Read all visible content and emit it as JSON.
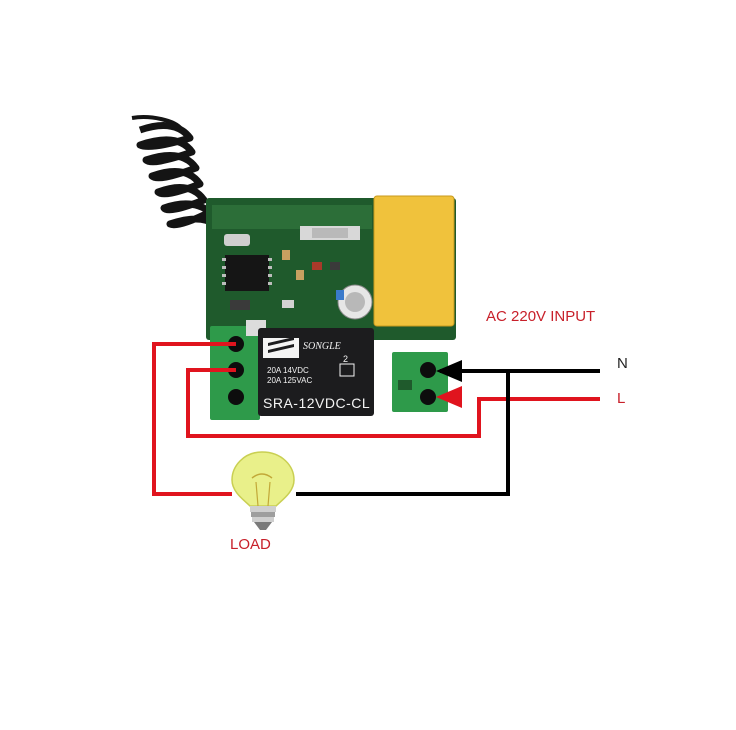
{
  "labels": {
    "ac_input": "AC 220V INPUT",
    "neutral": "N",
    "live": "L",
    "load": "LOAD"
  },
  "relay": {
    "brand": "SONGLE",
    "spec_line1": "20A 14VDC",
    "spec_line2": "20A 125VAC",
    "model": "SRA-12VDC-CL"
  },
  "colors": {
    "live_wire": "#e0141e",
    "neutral_wire": "#000000",
    "label_red": "#c8202a",
    "label_black": "#222222",
    "pcb_green": "#1f5a2c",
    "terminal_green": "#2e9a4a",
    "relay_body": "#1c1c1e",
    "capacitor_yellow": "#f0c23c",
    "bulb_glass": "#e9f08a",
    "antenna": "#141414"
  }
}
